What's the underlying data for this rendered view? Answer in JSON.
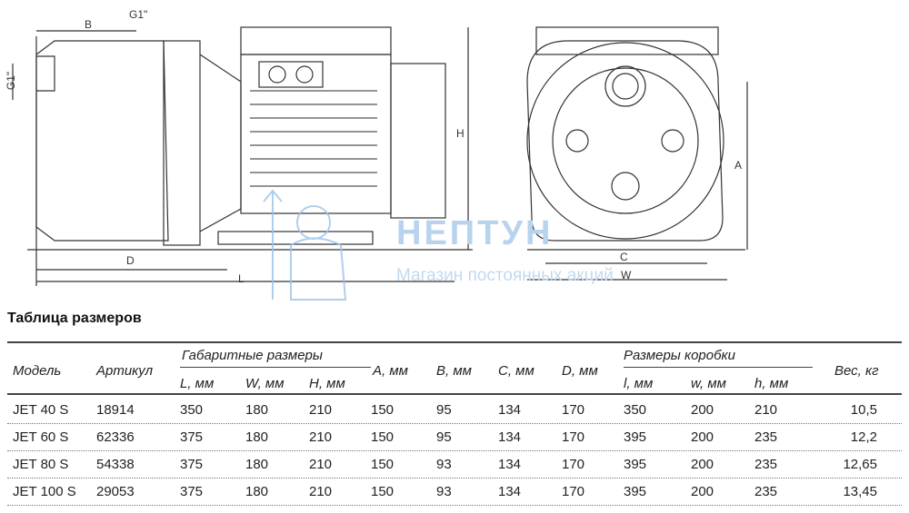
{
  "drawing": {
    "labels": {
      "b": "B",
      "g1_top": "G1\"",
      "g1_side": "G1\"",
      "h": "H",
      "d": "D",
      "l": "L",
      "a": "A",
      "c": "C",
      "w": "W"
    },
    "watermark": {
      "brand": "НЕПТУН",
      "slogan": "Магазин постоянных акций"
    }
  },
  "table": {
    "title": "Таблица размеров",
    "headers": {
      "model": "Модель",
      "article": "Артикул",
      "overall_group": "Габаритные размеры",
      "L": "L, мм",
      "W": "W, мм",
      "H": "H, мм",
      "A": "A, мм",
      "B": "B, мм",
      "C": "C, мм",
      "D": "D, мм",
      "box_group": "Размеры коробки",
      "l": "l, мм",
      "w": "w, мм",
      "h": "h, мм",
      "weight": "Вес, кг"
    },
    "rows": [
      [
        "JET 40 S",
        "18914",
        "350",
        "180",
        "210",
        "150",
        "95",
        "134",
        "170",
        "350",
        "200",
        "210",
        "10,5"
      ],
      [
        "JET 60 S",
        "62336",
        "375",
        "180",
        "210",
        "150",
        "95",
        "134",
        "170",
        "395",
        "200",
        "235",
        "12,2"
      ],
      [
        "JET 80 S",
        "54338",
        "375",
        "180",
        "210",
        "150",
        "93",
        "134",
        "170",
        "395",
        "200",
        "235",
        "12,65"
      ],
      [
        "JET 100 S",
        "29053",
        "375",
        "180",
        "210",
        "150",
        "93",
        "134",
        "170",
        "395",
        "200",
        "235",
        "13,45"
      ]
    ]
  }
}
